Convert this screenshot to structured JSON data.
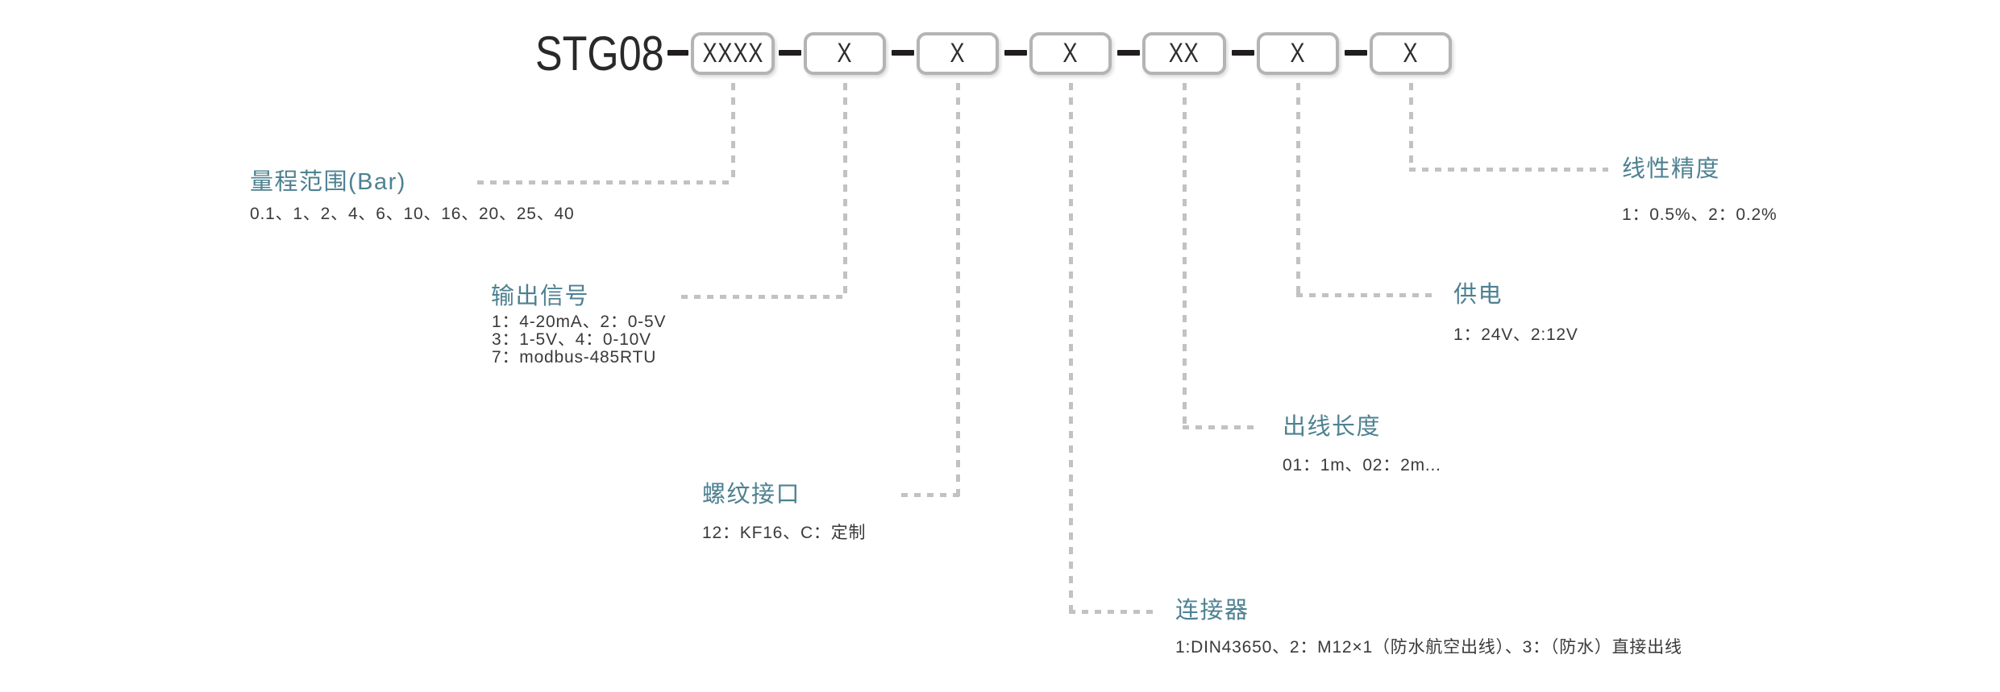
{
  "title": {
    "text": "STG08",
    "separator": "-"
  },
  "model": {
    "segments": [
      "XXXX",
      "X",
      "X",
      "X",
      "XX",
      "X",
      "X"
    ]
  },
  "fields": {
    "range": {
      "label": "量程范围(Bar)",
      "lines": [
        "0.1、1、2、4、6、10、16、20、25、40"
      ]
    },
    "output": {
      "label": "输出信号",
      "lines": [
        "1：4-20mA、2：0-5V",
        "3：1-5V、4：0-10V",
        "7：modbus-485RTU"
      ]
    },
    "thread": {
      "label": "螺纹接口",
      "lines": [
        "12：KF16、C：定制"
      ]
    },
    "connector": {
      "label": "连接器",
      "lines": [
        "1:DIN43650、2：M12×1（防水航空出线）、3：（防水）直接出线"
      ]
    },
    "cable": {
      "label": "出线长度",
      "lines": [
        "01：1m、02：2m..."
      ]
    },
    "power": {
      "label": "供电",
      "lines": [
        "1：24V、2:12V"
      ]
    },
    "accuracy": {
      "label": "线性精度",
      "lines": [
        "1：0.5%、2：0.2%"
      ]
    }
  },
  "colors": {
    "label_accent": "#4e8191",
    "value_text": "#3b3939",
    "box_border": "#b5b3b3",
    "leader_dash": "#c3c1c1",
    "code_dash": "#1f1d1d",
    "background": "#ffffff"
  }
}
